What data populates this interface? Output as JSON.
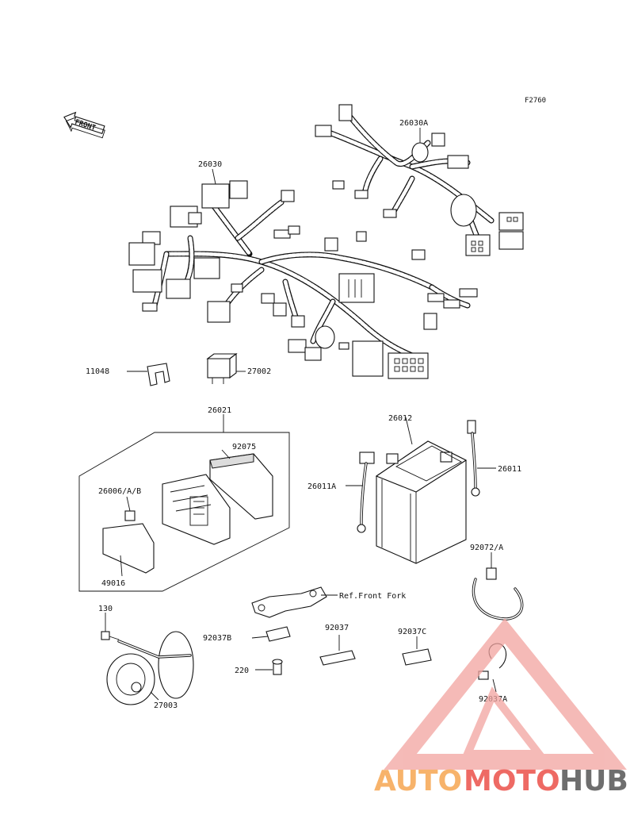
{
  "figure_number": "F2760",
  "front_arrow_text": "FRONT",
  "parts": {
    "harness_main": "26030",
    "harness_sub": "26030A",
    "bracket_11048": "11048",
    "relay": "27002",
    "junction_box_assy": "26021",
    "fuse_block_cover": "92075",
    "fuse": "26006/A/B",
    "cover_49016": "49016",
    "battery": "26012",
    "battery_cable_neg": "26011A",
    "battery_cable_pos": "26011",
    "band": "92072/A",
    "ref_front_fork": "Ref.Front Fork",
    "bolt_130": "130",
    "clamp_92037B": "92037B",
    "clamp_92037": "92037",
    "clamp_92037C": "92037C",
    "screw_220": "220",
    "horn": "27003",
    "clamp_92037A": "92037A"
  },
  "watermark": {
    "part1": "AUTO",
    "part2": "MOTO",
    "part3": "HUB",
    "colors": {
      "orange": "#f7b36b",
      "red": "#ee6a64",
      "gray": "#6e6e6e",
      "triangle": "#f2a4a0"
    }
  },
  "icons": [
    "front-arrow-icon",
    "watermark-triangle-icon"
  ]
}
